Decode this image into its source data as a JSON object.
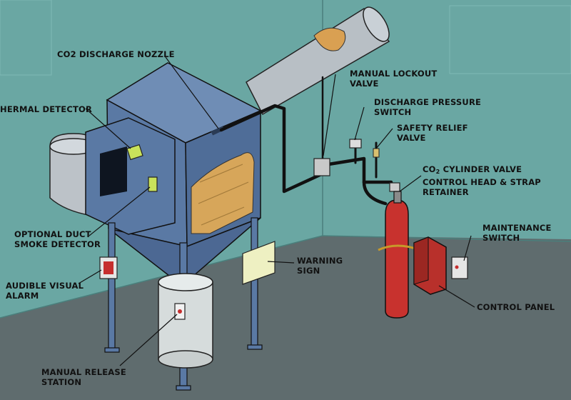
{
  "labels": {
    "co2_nozzle": "CO2 DISCHARGE NOZZLE",
    "thermal_detector": "THERMAL DETECTOR",
    "manual_lockout": "MANUAL LOCKOUT\nVALVE",
    "discharge_pressure": "DISCHARGE PRESSURE\nSWITCH",
    "safety_relief": "SAFETY RELIEF\nVALVE",
    "cylinder_valve_pre": "CO",
    "cylinder_valve_sub": "2",
    "cylinder_valve_post": " CYLINDER VALVE\nCONTROL HEAD & STRAP\nRETAINER",
    "duct_smoke": "OPTIONAL DUCT\nSMOKE DETECTOR",
    "maintenance_switch": "MAINTENANCE\nSWITCH",
    "warning_sign": "WARNING\nSIGN",
    "audible_alarm": "AUDIBLE VISUAL\nALARM",
    "control_panel": "CONTROL PANEL",
    "manual_release": "MANUAL RELEASE\nSTATION"
  },
  "colors": {
    "wall": "#6aa7a3",
    "floor": "#5c6a6c",
    "collector": "#5a79a4",
    "cylinder": "#c8322e",
    "pipe": "#111111"
  }
}
